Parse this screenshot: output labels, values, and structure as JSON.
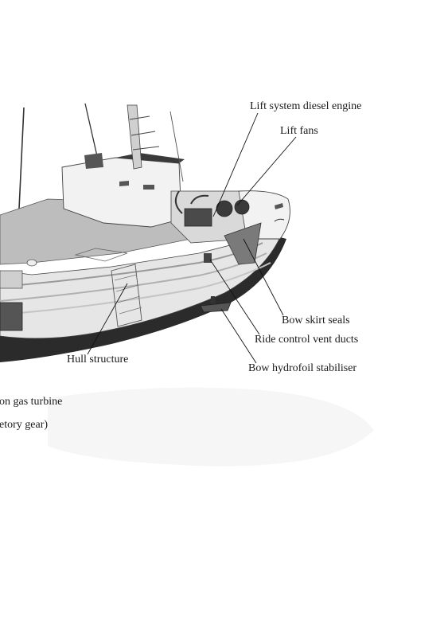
{
  "labels": {
    "lift_system_diesel_engine": "Lift system diesel engine",
    "lift_fans": "Lift fans",
    "bow_skirt_seals": "Bow skirt seals",
    "ride_control_vent_ducts": "Ride control vent ducts",
    "hull_structure": "Hull structure",
    "bow_hydrofoil_stabiliser": "Bow hydrofoil stabiliser",
    "gas_turbine_fragment": "on gas turbine",
    "gear_fragment": "etory gear)"
  },
  "colors": {
    "ink": "#1a1a1a",
    "hull_dark": "#2b2b2b",
    "hull_light": "#e6e6e6",
    "deck": "#bdbdbd",
    "superstructure": "#f2f2f2",
    "shadow": "#7a7a7a"
  }
}
